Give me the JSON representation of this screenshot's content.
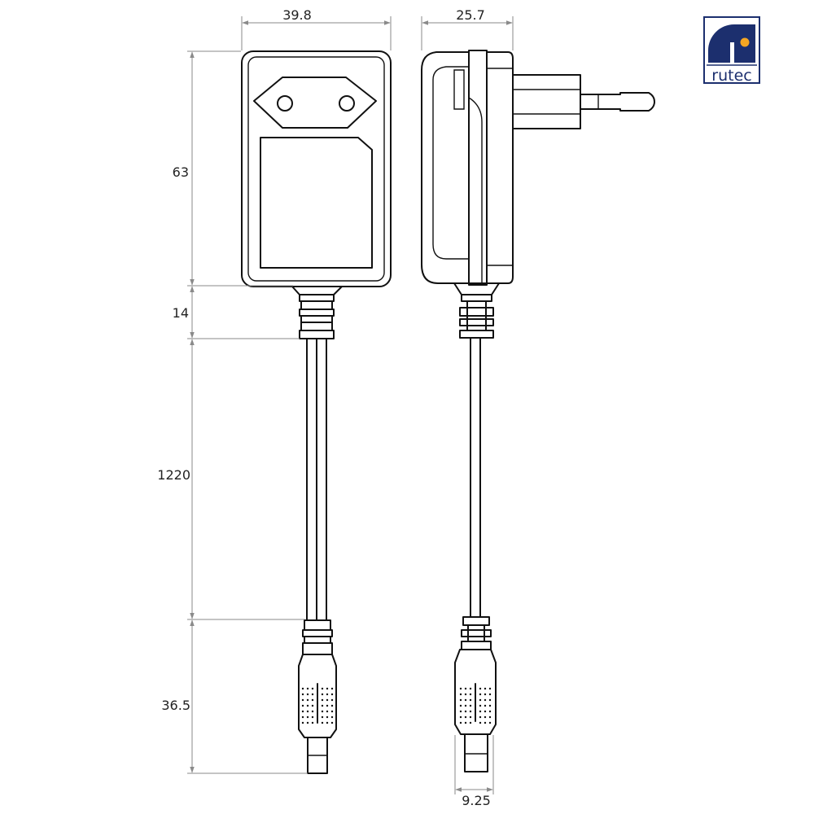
{
  "dimensions": {
    "width_front": "39.8",
    "width_side": "25.7",
    "height_body": "63",
    "height_strain_relief": "14",
    "cable_length": "1220",
    "plug_length": "36.5",
    "plug_diameter": "9.25"
  },
  "logo": {
    "text": "rutec",
    "colors": {
      "navy": "#1c2f6e",
      "orange": "#f5a623"
    }
  }
}
